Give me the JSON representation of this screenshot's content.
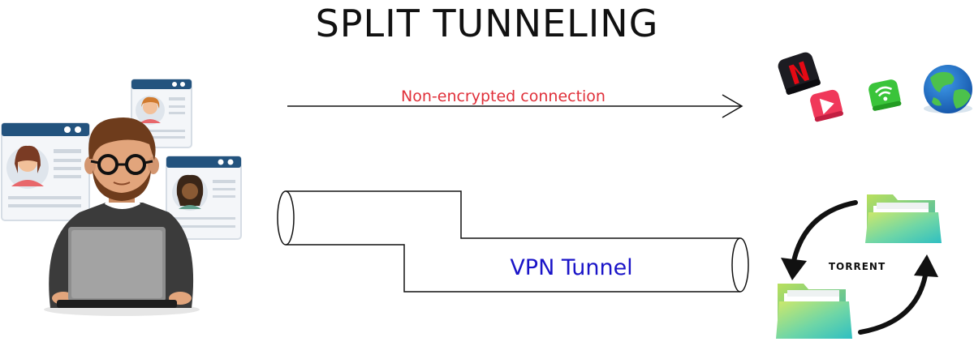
{
  "title": "SPLIT TUNNELING",
  "labels": {
    "non_encrypted": "Non-encrypted connection",
    "vpn_tunnel": "VPN Tunnel",
    "torrent": "TORRENT"
  },
  "icons": [
    "person-with-laptop",
    "profile-card-icon",
    "netflix-icon",
    "video-play-icon",
    "wifi-icon",
    "globe-icon",
    "folder-icon"
  ],
  "colors": {
    "red_text": "#e0303a",
    "blue_text": "#1a14c8",
    "card_header": "#23537e",
    "netflix_red": "#e50914",
    "play_red": "#f0385a",
    "wifi_green": "#3ac43a",
    "globe_blue": "#1f78d1",
    "globe_green": "#4cc14c"
  }
}
